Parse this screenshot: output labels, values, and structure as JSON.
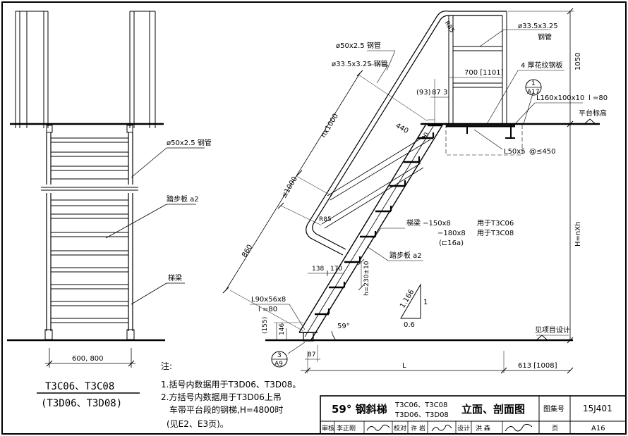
{
  "labels": {
    "pipe_top": "ø33.5x3.25",
    "pipe_top_sub": "钢管",
    "r_top": "R85",
    "pipe_50": "ø50x2.5 钢管",
    "pipe_33": "ø33.5x3.25 钢管",
    "dim_700": "700 [1101]",
    "plate": "4 厚花纹钢板",
    "dim_93": "(93)",
    "dim_87": "87",
    "dim_3": "3",
    "angle_l160": "L160x100x10",
    "l80_top": "l =80",
    "platform": "平台标高",
    "dim_1050": "1050",
    "dim_440": "440",
    "dim_90": "90",
    "angle_l50": "L50x5",
    "spacing_450": "@≤450",
    "dim_nx1000": "nx1000",
    "dim_1000": "≤1000",
    "dim_860": "860",
    "r_mid": "R85",
    "beam1": "梯梁 −150x8",
    "beam1_note": "用于T3C06",
    "beam2": "−180x8",
    "beam2_note": "用于T3C08",
    "beam3": "(⊏16a)",
    "tread_a2_right": "踏步板 a2",
    "dim_138": "138",
    "dim_170": "170",
    "h_230": "h=230±10",
    "slope_1166": "1.166",
    "slope_1": "1",
    "slope_06": "0.6",
    "angle_l90": "L90x56x8",
    "l80_bottom": "l =80",
    "dim_155": "(155)",
    "dim_146": "146",
    "angle_59": "59°",
    "dim_87b": "87",
    "ref_a9_top": "3",
    "ref_a9_bot": "A9",
    "ref_a17_top": "1",
    "ref_a17_bot": "A17",
    "dim_L": "L",
    "dim_613": "613 [1008]",
    "dim_H": "H=nXh",
    "project_design": "见项目设计",
    "left_pipe": "ø50x2.5 钢管",
    "left_tread": "踏步板 a2",
    "left_beam": "梯梁",
    "dim_width": "600, 800",
    "model_main": "T3C06、T3C08",
    "model_alt": "(T3D06、T3D08)"
  },
  "notes": {
    "title": "注:",
    "line1": "1.括号内数据用于T3D06、T3D08。",
    "line2": "2.方括号内数据用于T3D06上吊",
    "line3": "车带平台段的钢梯,H=4800时",
    "line4": "(见E2、E3页)。"
  },
  "title_block": {
    "title_prefix": "59° 钢斜梯",
    "codes_line1": "T3C06、T3C08",
    "codes_line2": "T3D06、T3D08",
    "title_suffix": "立面、剖面图",
    "atlas_label": "图集号",
    "atlas_no": "15J401",
    "review_label": "审核",
    "reviewer": "李正刚",
    "check_label": "校对",
    "checker": "许 岩",
    "design_label": "设计",
    "designer": "洪 森",
    "page_label": "页",
    "page_no": "A16"
  }
}
